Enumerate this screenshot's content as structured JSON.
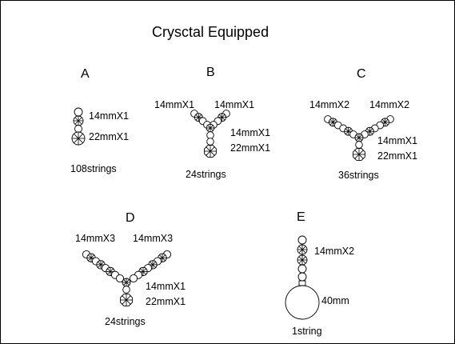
{
  "title": "Crysctal Equipped",
  "variants": [
    {
      "letter": "A",
      "labels": [
        "14mmX1",
        "22mmX1"
      ],
      "count": "108strings"
    },
    {
      "letter": "B",
      "labels": [
        "14mmX1",
        "14mmX1",
        "14mmX1",
        "22mmX1"
      ],
      "count": "24strings"
    },
    {
      "letter": "C",
      "labels": [
        "14mmX2",
        "14mmX2",
        "14mmX1",
        "22mmX1"
      ],
      "count": "36strings"
    },
    {
      "letter": "D",
      "labels": [
        "14mmX3",
        "14mmX3",
        "14mmX1",
        "22mmX1"
      ],
      "count": "24strings"
    },
    {
      "letter": "E",
      "labels": [
        "14mmX2",
        "40mm"
      ],
      "count": "1string"
    }
  ]
}
